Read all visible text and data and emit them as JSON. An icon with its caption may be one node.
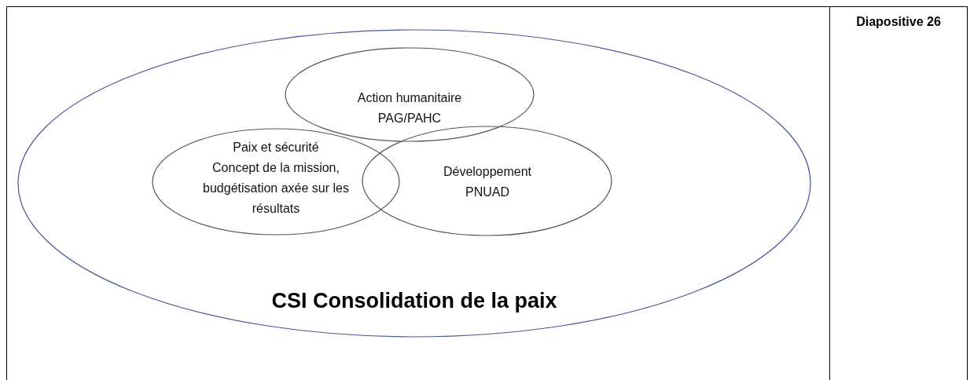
{
  "diagram": {
    "nodes": [
      {
        "text": [
          "CSI Consolidation de la paix"
        ]
      },
      {
        "text": [
          "Action humanitaire",
          "PAG/PAHC"
        ],
        "in": 0
      },
      {
        "text": [
          "Paix et sécurité",
          "Concept de la mission, budgétisation axée sur les résultats"
        ],
        "in": 0
      },
      {
        "text": [
          "Développement",
          "PNUAD"
        ],
        "in": 0
      }
    ],
    "labels": [
      "Diapositive 26"
    ]
  }
}
